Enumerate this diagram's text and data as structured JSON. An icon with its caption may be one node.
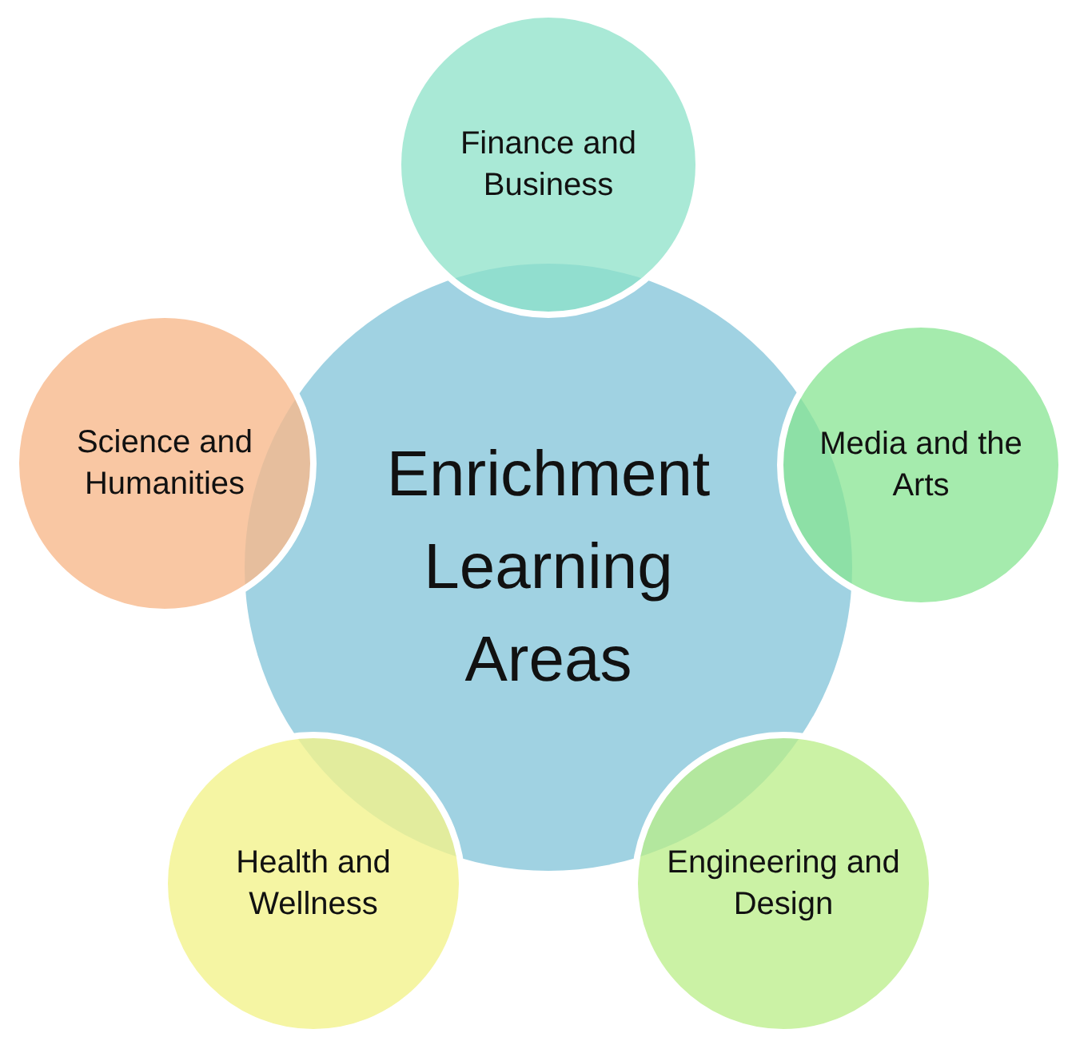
{
  "diagram": {
    "nodes": [
      {
        "text": [
          "Enrichment Learning Areas"
        ]
      },
      {
        "text": [
          "Finance and Business"
        ]
      },
      {
        "text": [
          "Media and the Arts"
        ]
      },
      {
        "text": [
          "Engineering and Design"
        ]
      },
      {
        "text": [
          "Health and Wellness"
        ]
      },
      {
        "text": [
          "Science and Humanities"
        ]
      }
    ]
  }
}
